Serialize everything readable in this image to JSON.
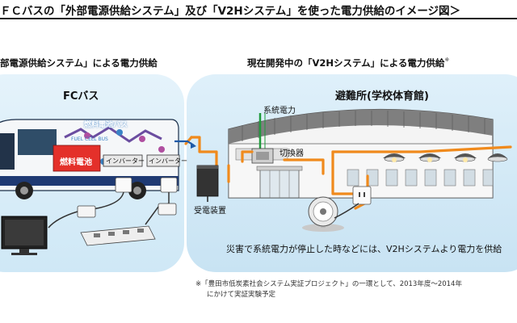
{
  "title": "ＦＣバスの「外部電源供給システム」及び「V2Hシステム」を使った電力供給のイメージ図＞",
  "left_section": {
    "heading": "部電源供給システム」による電力供給",
    "bus_label": "FCバス",
    "bus_side_text": "燃料電池バス",
    "bus_side_subtext": "FUEL CELL BUS",
    "fuel_cell_label": "燃料電池",
    "inverter_label_1": "インバーター",
    "inverter_label_2": "インバーター"
  },
  "right_section": {
    "heading": "現在開発中の「V2Hシステム」による電力供給",
    "heading_mark": "※",
    "shelter_label": "避難所(学校体育館)",
    "grid_power_label": "系統電力",
    "switch_label": "切換器",
    "receiver_label": "受電装置",
    "callout": "災害で系統電力が停止した時などには、V2Hシステムより電力を供給"
  },
  "footnote": {
    "line1": "※「豊田市低炭素社会システム実証プロジェクト」の一環として、2013年度〜2014年",
    "line2": "にかけて実証実験予定"
  },
  "colors": {
    "cable_orange": "#f08a1c",
    "grid_green": "#1f9a3c",
    "fuel_cell_red": "#e4302a",
    "panel_blue": "#d6ecf8"
  }
}
